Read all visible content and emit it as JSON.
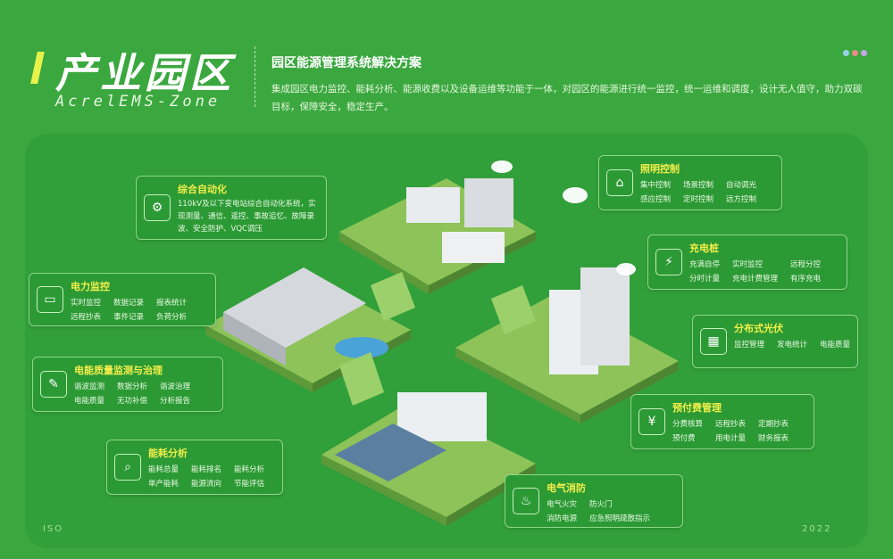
{
  "header": {
    "title": "产业园区",
    "subtitle_en": "AcrelEMS-Zone",
    "solution_title": "园区能源管理系统解决方案",
    "description": "集成园区电力监控、能耗分析、能源收费以及设备运维等功能于一体，对园区的能源进行统一监控，统一运维和调度，设计无人值守，助力双碳目标，保障安全，稳定生产。",
    "dots": [
      "#9ad0e6",
      "#e98c8c",
      "#c9a6e6"
    ]
  },
  "cards": {
    "automation": {
      "title": "综合自动化",
      "icon": "gear-icon",
      "text": "110kV及以下变电站综合自动化系统，实现测量、通信、遥控、事故追忆、故障录波、安全防护、VQC调压"
    },
    "lighting": {
      "title": "照明控制",
      "icon": "lamp-icon",
      "items": [
        "集中控制",
        "场景控制",
        "自动调光",
        "感应控制",
        "定时控制",
        "远方控制"
      ]
    },
    "charging": {
      "title": "充电桩",
      "icon": "charger-icon",
      "items": [
        "充满自停",
        "实时监控",
        "远程分控",
        "分时计量",
        "充电计费管理",
        "有序充电"
      ]
    },
    "power_monitor": {
      "title": "电力监控",
      "icon": "monitor-icon",
      "items": [
        "实时监控",
        "数据记录",
        "报表统计",
        "远程抄表",
        "事件记录",
        "负荷分析"
      ]
    },
    "pv": {
      "title": "分布式光伏",
      "icon": "solar-panel-icon",
      "items": [
        "监控管理",
        "发电统计",
        "电能质量"
      ]
    },
    "quality": {
      "title": "电能质量监测与治理",
      "icon": "quality-icon",
      "items": [
        "谐波监测",
        "数据分析",
        "谐波治理",
        "电能质量",
        "无功补偿",
        "分析报告"
      ]
    },
    "prepaid": {
      "title": "预付费管理",
      "icon": "prepaid-icon",
      "items": [
        "分费核算",
        "远程抄表",
        "定期抄表",
        "预付费",
        "用电计量",
        "财务报表"
      ]
    },
    "energy": {
      "title": "能耗分析",
      "icon": "analysis-icon",
      "items": [
        "能耗总量",
        "能耗排名",
        "能耗分析",
        "单产能耗",
        "能源流向",
        "节能评估"
      ]
    },
    "fire": {
      "title": "电气消防",
      "icon": "fire-extinguisher-icon",
      "items": [
        "电气火灾",
        "防火门",
        "消防电源",
        "应急照明疏散指示"
      ]
    }
  },
  "footer": {
    "left": "ISO",
    "right": "2022"
  }
}
